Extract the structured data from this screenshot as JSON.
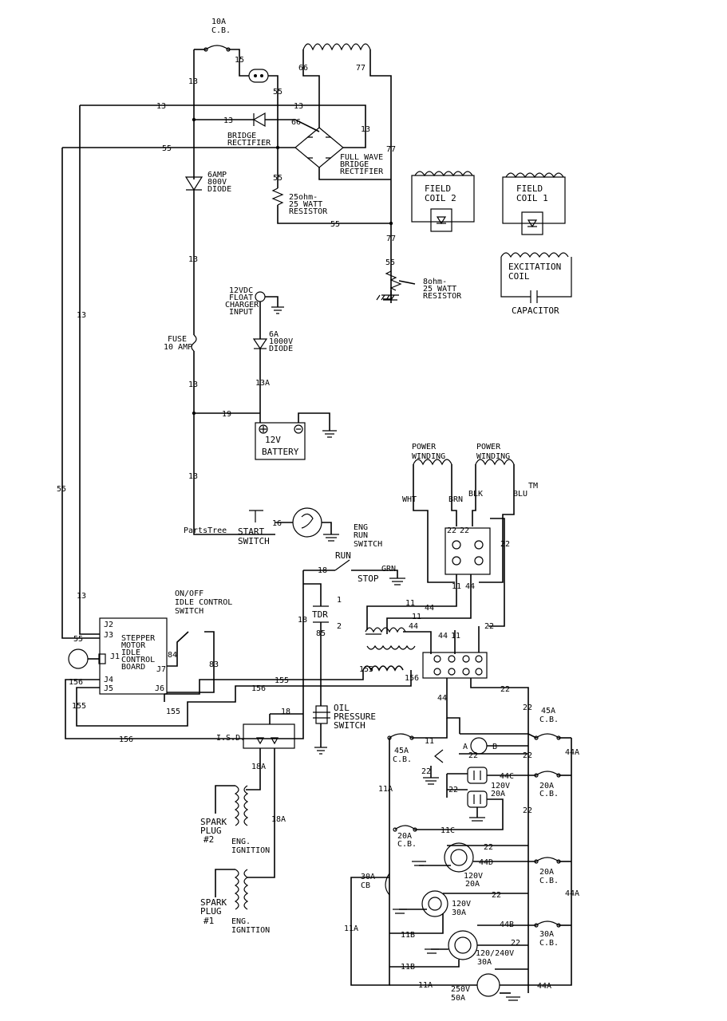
{
  "watermark": {
    "text": "PartsTree",
    "tm": "TM"
  },
  "labels": {
    "cb_10a_1": "10A",
    "cb_10a_2": "C.B.",
    "bridge_1": "BRIDGE",
    "bridge_2": "RECTIFIER",
    "fw_1": "FULL WAVE",
    "fw_2": "BRIDGE",
    "fw_3": "RECTIFIER",
    "diode6_1": "6AMP",
    "diode6_2": "800V",
    "diode6_3": "DIODE",
    "res25_1": "25ohm-",
    "res25_2": "25 WATT",
    "res25_3": "RESISTOR",
    "res8_1": "8ohm-",
    "res8_2": "25 WATT",
    "res8_3": "RESISTOR",
    "fc2_1": "FIELD",
    "fc2_2": "COIL 2",
    "fc1_1": "FIELD",
    "fc1_2": "COIL 1",
    "exc_1": "EXCITATION",
    "exc_2": "COIL",
    "capacitor": "CAPACITOR",
    "float_1": "12VDC",
    "float_2": "FLOAT",
    "float_3": "CHARGER",
    "float_4": "INPUT",
    "diode6a_1": "6A",
    "diode6a_2": "1000V",
    "diode6a_3": "DIODE",
    "fuse_1": "FUSE",
    "fuse_2": "10 AMP",
    "battery_1": "12V",
    "battery_2": "BATTERY",
    "pw1_1": "POWER",
    "pw1_2": "WINDING",
    "pw2_1": "POWER",
    "pw2_2": "WINDING",
    "wht": "WHT",
    "brn": "BRN",
    "blk": "BLK",
    "blu": "BLU",
    "start_1": "START",
    "start_2": "SWITCH",
    "eng_1": "ENG",
    "eng_2": "RUN",
    "eng_3": "SWITCH",
    "run": "RUN",
    "stop": "STOP",
    "grn": "GRN",
    "tdr": "TDR",
    "tdr_1": "1",
    "tdr_2": "2",
    "onoff_1": "ON/OFF",
    "onoff_2": "IDLE CONTROL",
    "onoff_3": "SWITCH",
    "stepper_1": "STEPPER",
    "stepper_2": "MOTOR",
    "stepper_3": "IDLE",
    "stepper_4": "CONTROL",
    "stepper_5": "BOARD",
    "j1": "J1",
    "j2": "J2",
    "j3": "J3",
    "j4": "J4",
    "j5": "J5",
    "j6": "J6",
    "j7": "J7",
    "oil_1": "OIL",
    "oil_2": "PRESSURE",
    "oil_3": "SWITCH",
    "isd": "I.S.D.",
    "spark2_1": "SPARK",
    "spark2_2": "PLUG",
    "spark2_3": "#2",
    "ign2_1": "ENG.",
    "ign2_2": "IGNITION",
    "spark1_1": "SPARK",
    "spark1_2": "PLUG",
    "spark1_3": "#1",
    "ign1_1": "ENG.",
    "ign1_2": "IGNITION",
    "cb45a_r_1": "45A",
    "cb45a_r_2": "C.B.",
    "cb45a_l_1": "45A",
    "cb45a_l_2": "C.B.",
    "tdr_a": "A",
    "tdr_b": "B",
    "out20_1": "120V",
    "out20_2": "20A",
    "cb20a_r1_1": "20A",
    "cb20a_r1_2": "C.B.",
    "cb20a_l_1": "20A",
    "cb20a_l_2": "C.B.",
    "out20b_1": "120V",
    "out20b_2": "20A",
    "cb20a_r2_1": "20A",
    "cb20a_r2_2": "C.B.",
    "cb30a_l_1": "30A",
    "cb30a_l_2": "CB",
    "out30_1": "120V",
    "out30_2": "30A",
    "cb30a_r_1": "30A",
    "cb30a_r_2": "C.B.",
    "out240_1": "120/240V",
    "out240_2": "30A",
    "out250_1": "250V",
    "out250_2": "50A"
  },
  "wires": {
    "w13a": "13",
    "w13b": "13",
    "w13c": "13",
    "w13d": "13",
    "w13e": "13",
    "w13f": "13",
    "w13g": "13",
    "w13h": "13",
    "w13i": "13",
    "w13j": "13",
    "w15": "15",
    "w55a": "55",
    "w55b": "55",
    "w55c": "55",
    "w55d": "55",
    "w55e": "55",
    "w55f": "55",
    "w55g": "55",
    "w66a": "66",
    "w66b": "66",
    "w77a": "77",
    "w77b": "77",
    "w77c": "77",
    "w13A": "13A",
    "w19": "19",
    "w16": "16",
    "w18a": "18",
    "w18b": "18",
    "w18c": "18",
    "w85": "85",
    "w11a": "11",
    "w11b": "11",
    "w11c": "11",
    "w11d": "11",
    "w11e": "11",
    "w44a": "44",
    "w44b": "44",
    "w44c": "44",
    "w44d": "44",
    "w44e": "44",
    "w22a": "22",
    "w22b": "22",
    "w22c": "22",
    "w22d": "22",
    "w22e": "22",
    "w22f": "22",
    "w22g": "22",
    "w22h": "22",
    "w22i": "22",
    "w22j": "22",
    "w22k": "22",
    "w22l": "22",
    "w22m": "22",
    "w22n": "22",
    "w155a": "155",
    "w155b": "155",
    "w155c": "155",
    "w155d": "155",
    "w156a": "156",
    "w156b": "156",
    "w156c": "156",
    "w156d": "156",
    "w84": "84",
    "w83": "83",
    "w18Aa": "18A",
    "w18Ab": "18A",
    "w44Aa": "44A",
    "w44Ab": "44A",
    "w44Ac": "44A",
    "w44C": "44C",
    "w44D": "44D",
    "w44B": "44B",
    "w11Aa": "11A",
    "w11Ab": "11A",
    "w11Ac": "11A",
    "w11C": "11C",
    "w11Ba": "11B",
    "w11Bb": "11B"
  }
}
